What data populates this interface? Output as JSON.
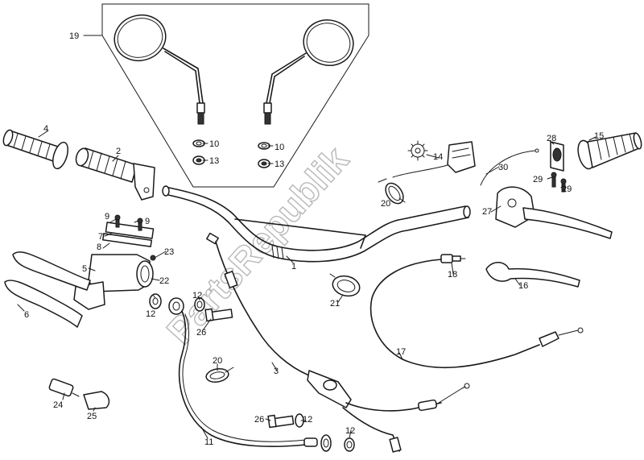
{
  "watermark": "PartsRepublik",
  "callouts": [
    {
      "id": "c19",
      "text": "19"
    },
    {
      "id": "c10a",
      "text": "10"
    },
    {
      "id": "c13a",
      "text": "13"
    },
    {
      "id": "c10b",
      "text": "10"
    },
    {
      "id": "c13b",
      "text": "13"
    },
    {
      "id": "c4",
      "text": "4"
    },
    {
      "id": "c2",
      "text": "2"
    },
    {
      "id": "c14",
      "text": "14"
    },
    {
      "id": "c20a",
      "text": "20"
    },
    {
      "id": "c30",
      "text": "30"
    },
    {
      "id": "c28",
      "text": "28"
    },
    {
      "id": "c15",
      "text": "15"
    },
    {
      "id": "c29a",
      "text": "29"
    },
    {
      "id": "c29b",
      "text": "29"
    },
    {
      "id": "c27",
      "text": "27"
    },
    {
      "id": "c9a",
      "text": "9"
    },
    {
      "id": "c9b",
      "text": "9"
    },
    {
      "id": "c7",
      "text": "7"
    },
    {
      "id": "c8",
      "text": "8"
    },
    {
      "id": "c23",
      "text": "23"
    },
    {
      "id": "c5",
      "text": "5"
    },
    {
      "id": "c22",
      "text": "22"
    },
    {
      "id": "c6",
      "text": "6"
    },
    {
      "id": "c12a",
      "text": "12"
    },
    {
      "id": "c12b",
      "text": "12"
    },
    {
      "id": "c26a",
      "text": "26"
    },
    {
      "id": "c1",
      "text": "1"
    },
    {
      "id": "c18",
      "text": "18"
    },
    {
      "id": "c16",
      "text": "16"
    },
    {
      "id": "c21",
      "text": "21"
    },
    {
      "id": "c17",
      "text": "17"
    },
    {
      "id": "c3",
      "text": "3"
    },
    {
      "id": "c20b",
      "text": "20"
    },
    {
      "id": "c24",
      "text": "24"
    },
    {
      "id": "c25",
      "text": "25"
    },
    {
      "id": "c26b",
      "text": "26"
    },
    {
      "id": "c12c",
      "text": "12"
    },
    {
      "id": "c11",
      "text": "11"
    }
  ]
}
